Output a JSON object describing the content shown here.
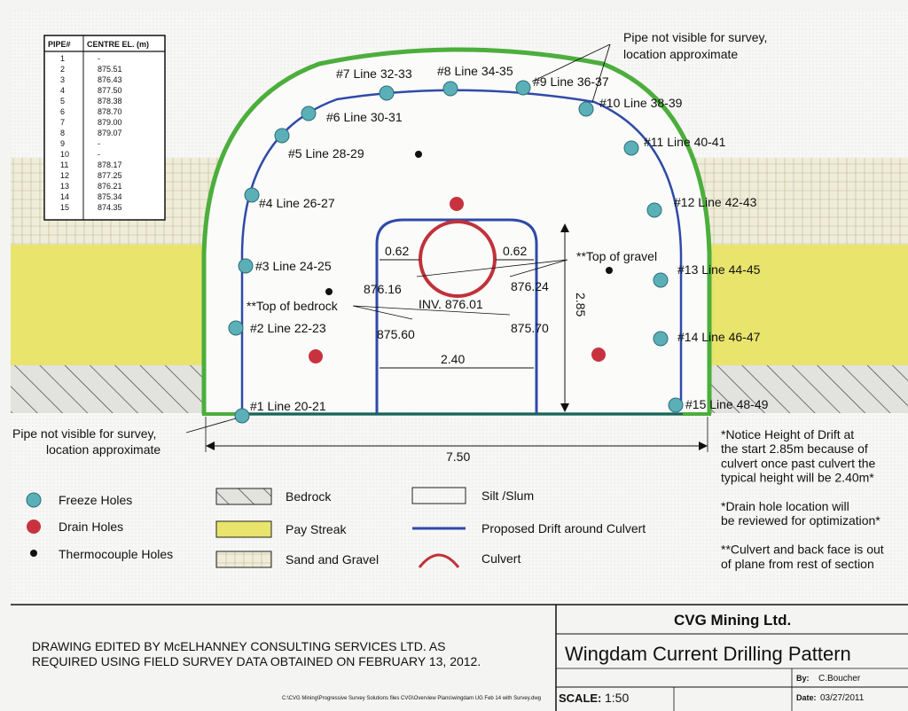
{
  "pipe_table": {
    "headers": [
      "PIPE#",
      "CENTRE EL. (m)"
    ],
    "rows": [
      [
        "1",
        "-"
      ],
      [
        "2",
        "875.51"
      ],
      [
        "3",
        "876.43"
      ],
      [
        "4",
        "877.50"
      ],
      [
        "5",
        "878.38"
      ],
      [
        "6",
        "878.70"
      ],
      [
        "7",
        "879.00"
      ],
      [
        "8",
        "879.07"
      ],
      [
        "9",
        "-"
      ],
      [
        "10",
        "-"
      ],
      [
        "11",
        "878.17"
      ],
      [
        "12",
        "877.25"
      ],
      [
        "13",
        "876.21"
      ],
      [
        "14",
        "875.34"
      ],
      [
        "15",
        "874.35"
      ]
    ]
  },
  "freeze_holes": [
    {
      "label": "#1 Line 20-21",
      "pos": "bottom-left"
    },
    {
      "label": "#2 Line 22-23",
      "pos": "left"
    },
    {
      "label": "#3 Line 24-25",
      "pos": "left"
    },
    {
      "label": "#4 Line 26-27",
      "pos": "left"
    },
    {
      "label": "#5 Line 28-29",
      "pos": "left"
    },
    {
      "label": "#6 Line 30-31",
      "pos": "left"
    },
    {
      "label": "#7 Line 32-33",
      "pos": "top"
    },
    {
      "label": "#8  Line 34-35",
      "pos": "top"
    },
    {
      "label": "#9 Line 36-37",
      "pos": "top"
    },
    {
      "label": "#10 Line 38-39",
      "pos": "right"
    },
    {
      "label": "#11 Line 40-41",
      "pos": "right"
    },
    {
      "label": "#12 Line 42-43",
      "pos": "right"
    },
    {
      "label": "#13 Line 44-45",
      "pos": "right"
    },
    {
      "label": "#14 Line 46-47",
      "pos": "right"
    },
    {
      "label": "#15 Line 48-49",
      "pos": "right"
    }
  ],
  "annotations": {
    "pipe_not_visible_top_1": "Pipe not visible for survey,",
    "pipe_not_visible_top_2": "location approximate",
    "pipe_not_visible_bottom_1": "Pipe not visible for survey,",
    "pipe_not_visible_bottom_2": "location approximate",
    "top_of_gravel": "**Top of gravel",
    "top_of_bedrock": "**Top of bedrock",
    "dim_left_gap": "0.62",
    "dim_right_gap": "0.62",
    "elev_left_upper": "876.16",
    "elev_right_upper": "876.24",
    "elev_left_lower": "875.60",
    "elev_right_lower": "875.70",
    "invert": "INV. 876.01",
    "dim_drift_width": "2.40",
    "dim_height": "2.85",
    "dim_total_width": "7.50"
  },
  "notes": [
    "*Notice Height of Drift at",
    "the start 2.85m because of",
    "culvert once past culvert the",
    "typical height will be 2.40m*",
    "",
    "*Drain hole location will",
    "be reviewed for optimization*",
    "",
    "**Culvert and back face is out",
    "of plane from rest of section"
  ],
  "legend": {
    "freeze": "Freeze Holes",
    "drain": "Drain Holes",
    "thermo": "Thermocouple Holes",
    "bedrock": "Bedrock",
    "paystreak": "Pay Streak",
    "sandgravel": "Sand and Gravel",
    "silt": "Silt /Slum",
    "drift": "Proposed Drift around Culvert",
    "culvert": "Culvert"
  },
  "title_block": {
    "edited_line1": "DRAWING EDITED BY McELHANNEY CONSULTING SERVICES LTD. AS",
    "edited_line2": "REQUIRED USING FIELD SURVEY DATA OBTAINED ON FEBRUARY 13, 2012.",
    "file_path": "C:\\CVG Mining\\Progressive Survey Solutions files CVG\\Overview Plans\\wingdam UG Feb 14 with Survey.dwg",
    "company": "CVG Mining Ltd.",
    "drawing_title": "Wingdam Current Drilling Pattern",
    "scale_label": "SCALE:",
    "scale_value": "1:50",
    "by_label": "By:",
    "by_value": "C.Boucher",
    "date_label": "Date:",
    "date_value": "03/27/2011"
  },
  "colors": {
    "freeze": "#5bb0b8",
    "drain": "#c8323f",
    "thermo": "#111111",
    "green_outline": "#4cae3c",
    "blue_drift": "#2f4aa8",
    "culvert": "#c0323a",
    "pay_streak": "#e8e56a",
    "gravel": "#ece9cf",
    "bedrock": "#d9d9d6"
  }
}
